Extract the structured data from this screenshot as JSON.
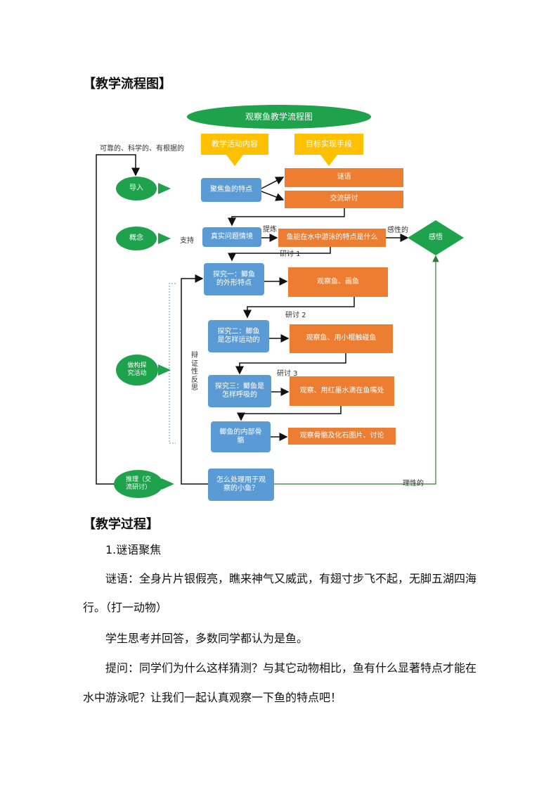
{
  "headings": {
    "flow_chart": "【教学流程图】",
    "process": "【教学过程】"
  },
  "flowchart": {
    "title": "观察鱼教学流程图",
    "col1": "教学活动内容",
    "col2": "目标实现手段",
    "top_note": "可靠的、科学的、有根据的",
    "left_stages": [
      "导入",
      "概念",
      "做构探\n究活动",
      "推理（交\n流研讨）"
    ],
    "mid_boxes": [
      "聚焦鱼的特点",
      "真实问题情境",
      "探究一：鲫鱼\n的外形特点",
      "探究二：鲫鱼\n是怎样运动的",
      "探究三：鲫鱼是\n怎样呼吸的",
      "鲫鱼的内部骨\n骼",
      "怎么处理用于观\n察的小鱼？"
    ],
    "right_boxes": [
      "谜语",
      "交流研讨",
      "鱼能在水中游泳的特点是什么",
      "观察鱼、画鱼",
      "观察鱼、用小棍触碰鱼",
      "观察、用红墨水滴在鱼嘴处",
      "观察骨骼及化石图片、讨论"
    ],
    "diamond": "感悟",
    "labels": {
      "support": "支持",
      "refine": "提炼",
      "perceptual": "感性的",
      "study1": "研讨 1",
      "study2": "研讨 2",
      "study3": "研讨 3",
      "reflection": "辩\n证\n性\n反\n思",
      "rational": "理性的"
    },
    "colors": {
      "green": "#1ea24b",
      "blue": "#5b9bd5",
      "orange": "#ed7d31",
      "yellow": "#ffc000"
    }
  },
  "process": {
    "item1": "1.谜语聚焦",
    "riddle_line1": "谜语：全身片片银假亮，瞧来神气又威武，有翅寸步飞不起，无脚五湖四海",
    "riddle_line2": "行。（打一动物）",
    "answer": "学生思考并回答，多数同学都认为是鱼。",
    "question_line1": "提问：同学们为什么这样猜测？与其它动物相比，鱼有什么显著特点才能在",
    "question_line2": "水中游泳呢？让我们一起认真观察一下鱼的特点吧！"
  }
}
